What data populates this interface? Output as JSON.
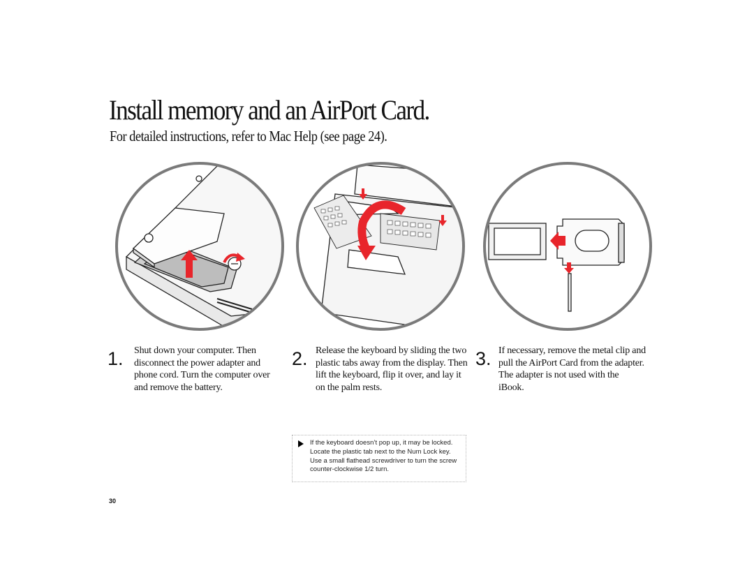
{
  "title": "Install memory and an AirPort Card.",
  "subtitle": "For detailed instructions, refer to Mac Help (see page 24).",
  "steps": [
    {
      "number": "1.",
      "text": "Shut down your computer. Then disconnect the power adapter and phone cord. Turn the computer over and remove the battery."
    },
    {
      "number": "2.",
      "text": "Release the keyboard by sliding the two plastic tabs away from the display. Then lift the keyboard, flip it over, and lay it on the palm rests."
    },
    {
      "number": "3.",
      "text": "If necessary, remove the metal clip and pull the AirPort Card from the adapter. The adapter is not used with the iBook."
    }
  ],
  "note": "If the keyboard doesn’t pop up, it may be locked. Locate the plastic tab next to the Num Lock key. Use a small flathead screwdriver to turn the screw counter-clockwise 1/2 turn.",
  "page_number": "30",
  "colors": {
    "accent": "#e8252b",
    "circle": "#7a7a7a"
  },
  "icons": {
    "note_marker": "triangle-right-icon"
  }
}
